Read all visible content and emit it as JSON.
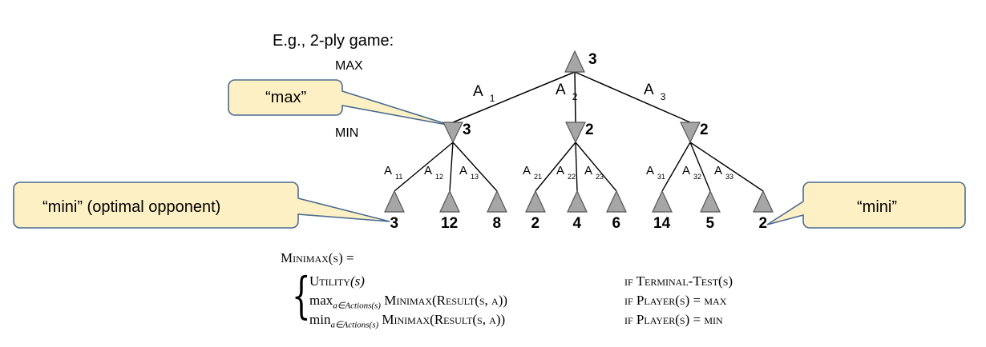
{
  "title": "E.g., 2-ply game:",
  "levels": {
    "max": "MAX",
    "min": "MIN"
  },
  "root": {
    "value": "3"
  },
  "branches": [
    {
      "action": "A",
      "action_sub": "1",
      "value": "3",
      "children": [
        {
          "action": "A",
          "action_sub": "11",
          "value": "3"
        },
        {
          "action": "A",
          "action_sub": "12",
          "value": "12"
        },
        {
          "action": "A",
          "action_sub": "13",
          "value": "8"
        }
      ]
    },
    {
      "action": "A",
      "action_sub": "2",
      "value": "2",
      "children": [
        {
          "action": "A",
          "action_sub": "21",
          "value": "2"
        },
        {
          "action": "A",
          "action_sub": "22",
          "value": "4"
        },
        {
          "action": "A",
          "action_sub": "23",
          "value": "6"
        }
      ]
    },
    {
      "action": "A",
      "action_sub": "3",
      "value": "2",
      "children": [
        {
          "action": "A",
          "action_sub": "31",
          "value": "14"
        },
        {
          "action": "A",
          "action_sub": "32",
          "value": "5"
        },
        {
          "action": "A",
          "action_sub": "33",
          "value": "2"
        }
      ]
    }
  ],
  "callouts": {
    "max": "“max”",
    "mini_left": "“mini”  (optimal opponent)",
    "mini_right": "“mini”"
  },
  "formula": {
    "head": "Minimax(s) =",
    "rows": [
      {
        "left_fn": "Utility",
        "left_arg": "(s)",
        "right": "if Terminal-Test(s)"
      },
      {
        "left_fn": "max",
        "left_sub": "a∈Actions(s)",
        "left_rest": " Minimax(Result(s, a))",
        "right": "if Player(s) = max"
      },
      {
        "left_fn": "min",
        "left_sub": "a∈Actions(s)",
        "left_rest": " Minimax(Result(s, a))",
        "right": "if Player(s) = min"
      }
    ]
  },
  "colors": {
    "node_fill": "#a6a6a6",
    "node_stroke": "#555555",
    "callout_fill": "#fdf0c4",
    "callout_stroke": "#4a6b8f",
    "edge": "#000000"
  }
}
